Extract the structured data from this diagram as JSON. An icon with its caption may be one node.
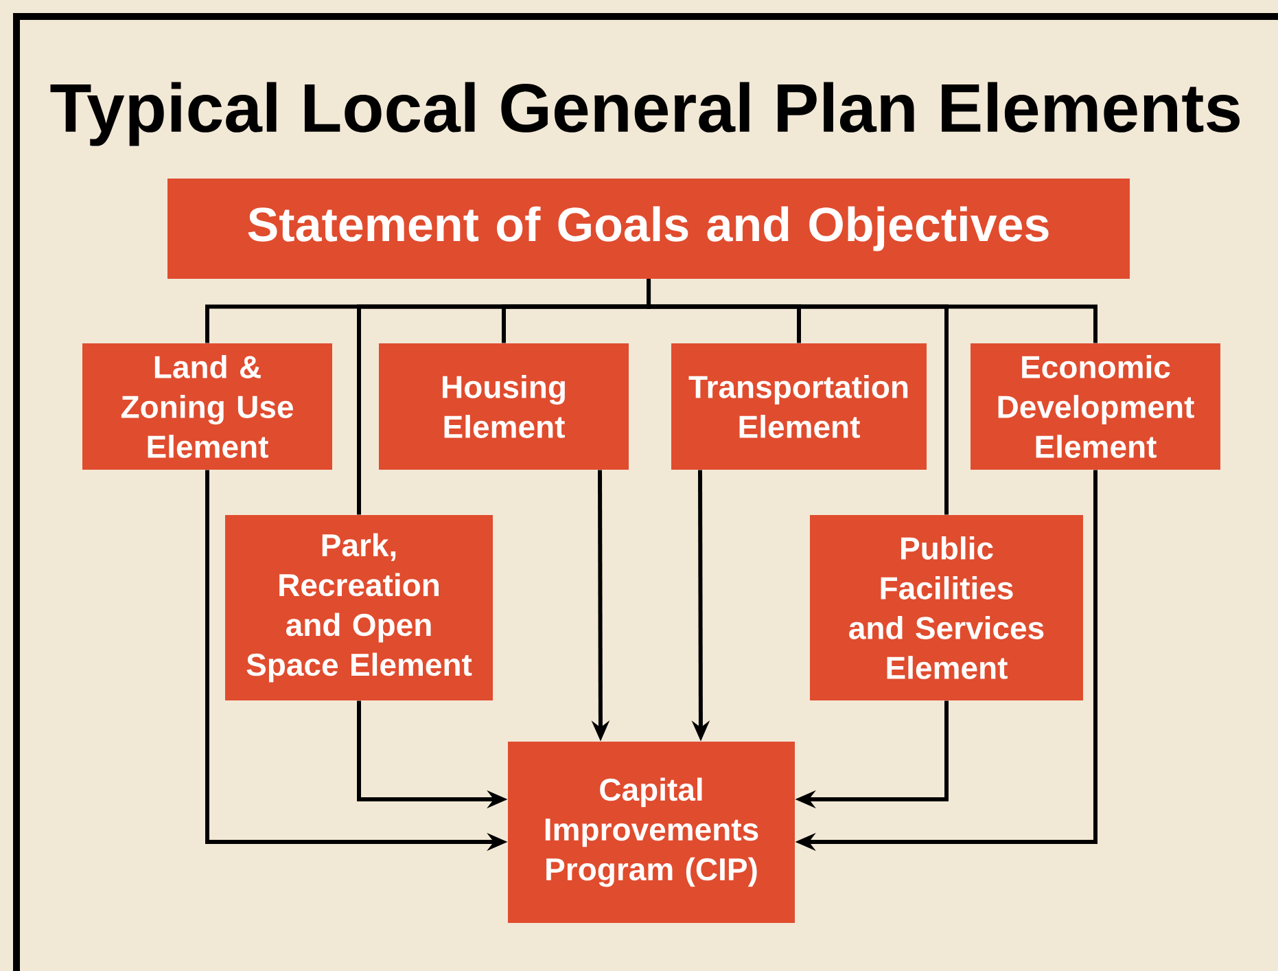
{
  "diagram": {
    "title": "Typical Local General Plan Elements",
    "nodes": [
      {
        "text": [
          "Statement of Goals and Objectives"
        ]
      },
      {
        "text": [
          "Land & Zoning Use Element"
        ]
      },
      {
        "text": [
          "Housing Element"
        ]
      },
      {
        "text": [
          "Transportation Element"
        ]
      },
      {
        "text": [
          "Economic Development Element"
        ]
      },
      {
        "text": [
          "Park, Recreation and Open Space Element"
        ]
      },
      {
        "text": [
          "Public Facilities and Services Element"
        ]
      },
      {
        "text": [
          "Capital Improvements Program (CIP)"
        ]
      }
    ],
    "edges": [
      {
        "from": 0,
        "to": 1,
        "arrow": "none"
      },
      {
        "from": 0,
        "to": 5,
        "arrow": "none"
      },
      {
        "from": 0,
        "to": 2,
        "arrow": "none"
      },
      {
        "from": 0,
        "to": 3,
        "arrow": "none"
      },
      {
        "from": 0,
        "to": 6,
        "arrow": "none"
      },
      {
        "from": 0,
        "to": 4,
        "arrow": "none"
      },
      {
        "from": 1,
        "to": 7,
        "arrow": "to"
      },
      {
        "from": 5,
        "to": 7,
        "arrow": "to"
      },
      {
        "from": 2,
        "to": 7,
        "arrow": "to"
      },
      {
        "from": 3,
        "to": 7,
        "arrow": "to"
      },
      {
        "from": 6,
        "to": 7,
        "arrow": "to"
      },
      {
        "from": 4,
        "to": 7,
        "arrow": "to"
      }
    ]
  }
}
